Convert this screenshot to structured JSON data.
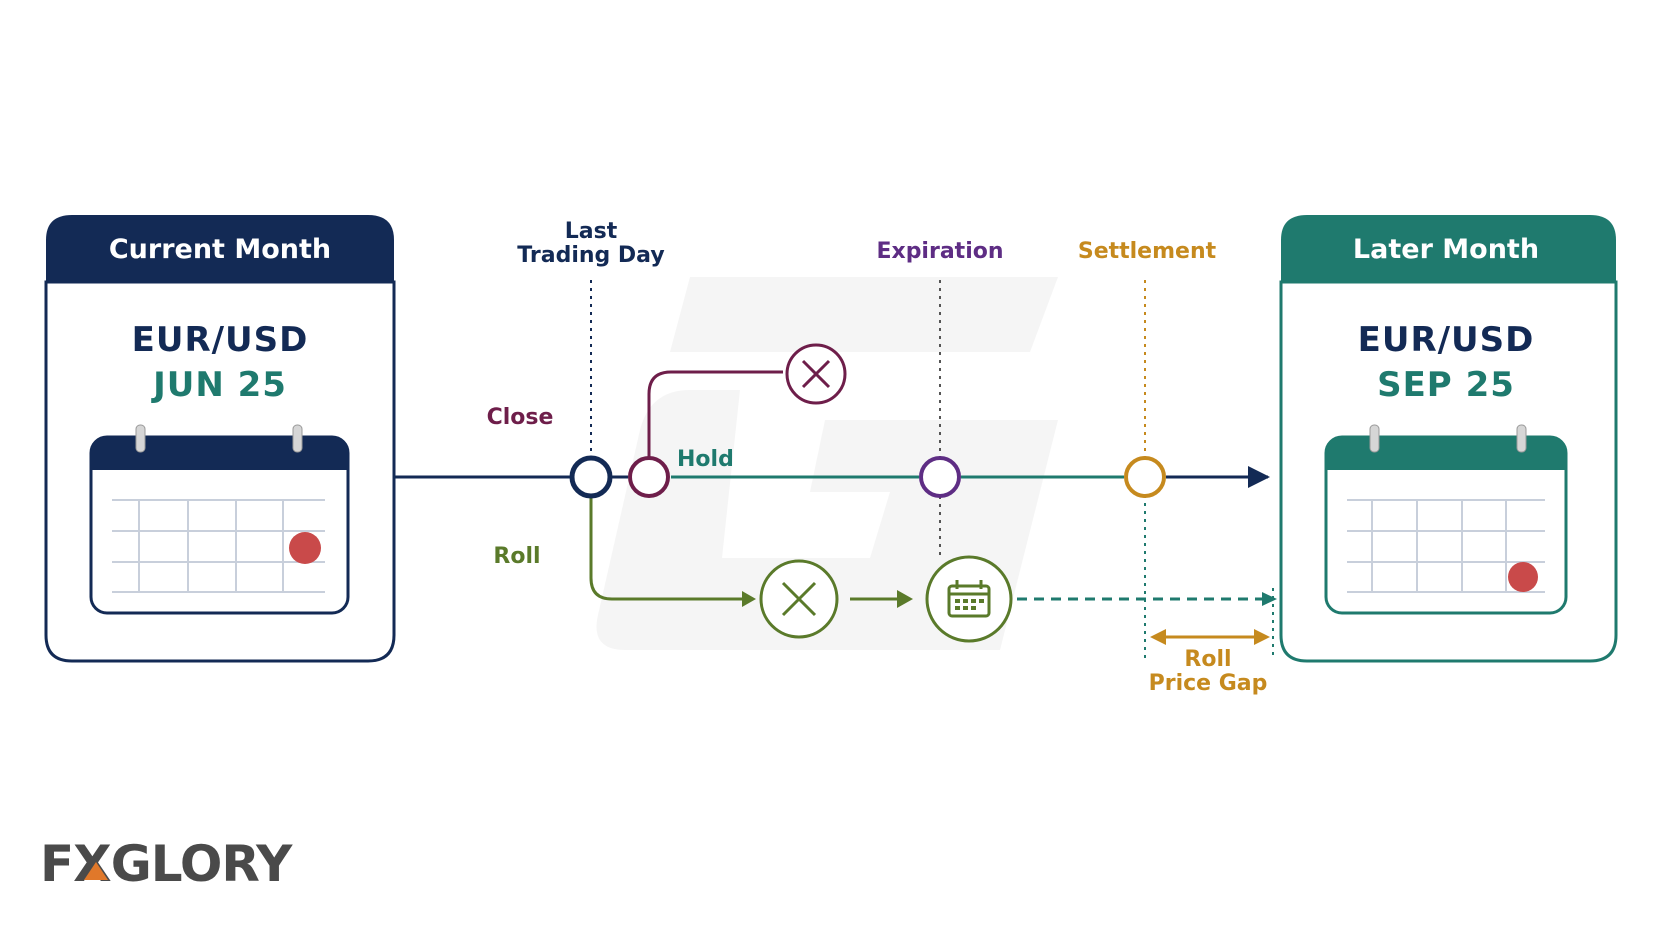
{
  "current_card": {
    "title": "Current Month",
    "pair": "EUR/USD",
    "contract": "JUN 25",
    "header_color": "#132a55",
    "contract_color": "#1f7a6e"
  },
  "later_card": {
    "title": "Later Month",
    "pair": "EUR/USD",
    "contract": "SEP 25",
    "header_color": "#1f7a6e",
    "contract_color": "#1f7a6e"
  },
  "timeline": {
    "last_trading_day_line1": "Last",
    "last_trading_day_line2": "Trading Day",
    "expiration": "Expiration",
    "settlement": "Settlement"
  },
  "paths": {
    "close": "Close",
    "hold": "Hold",
    "roll": "Roll"
  },
  "roll_gap": {
    "line1": "Roll",
    "line2": "Price Gap"
  },
  "logo": {
    "text": "FXGLORY",
    "accent_color": "#e0782a"
  },
  "colors": {
    "navy": "#132a55",
    "teal": "#1f7a6e",
    "maroon": "#6e1e4a",
    "purple": "#5e2d84",
    "gold": "#c68a1e",
    "olive": "#5a7a2a",
    "red_dot": "#c94a4a"
  },
  "icons": {
    "close_cancel": "x-circle-icon",
    "roll_cancel": "x-circle-icon",
    "roll_new_contract": "calendar-icon",
    "card_calendar": "calendar-icon"
  }
}
